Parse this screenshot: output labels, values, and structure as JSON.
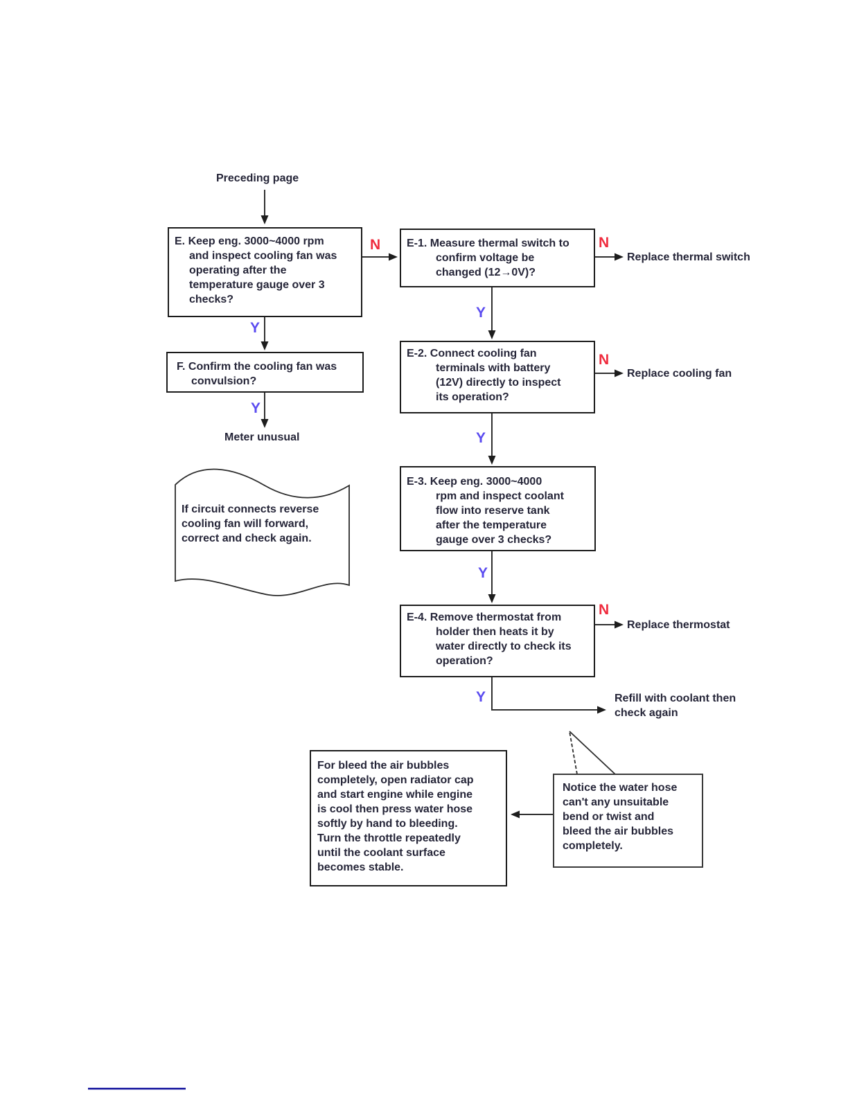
{
  "colors": {
    "yes_label": "#5b4cf0",
    "no_label": "#ef2c3e",
    "connector_line": "#2f2f2f",
    "box_border": "#1b1b1b",
    "text": "#252538",
    "footer_rule": "#0b0b99"
  },
  "flow": {
    "start_label": "Preceding page",
    "branch_labels": {
      "yes": "Y",
      "no": "N"
    },
    "steps": {
      "e": {
        "text": "E. Keep eng. 3000~4000 rpm\nand inspect cooling fan was\noperating after the\ntemperature gauge over 3\nchecks?"
      },
      "e1": {
        "text": "E-1. Measure thermal switch to\nconfirm voltage be\nchanged (12→0V)?"
      },
      "f": {
        "text": "F. Confirm the cooling fan was\nconvulsion?"
      },
      "e2": {
        "text": "E-2. Connect cooling fan\nterminals with battery\n(12V) directly to inspect\nits operation?"
      },
      "e3": {
        "text": "E-3. Keep eng. 3000~4000\nrpm and inspect coolant\nflow into reserve tank\nafter the temperature\ngauge over 3 checks?"
      },
      "e4": {
        "text": "E-4. Remove thermostat from\nholder then heats it by\nwater directly to check its\noperation?"
      }
    },
    "outcomes": {
      "meter_unusual": "Meter unusual",
      "replace_thermal_switch": "Replace thermal switch",
      "replace_cooling_fan": "Replace cooling fan",
      "replace_thermostat": "Replace thermostat",
      "refill_coolant": "Refill with coolant then\ncheck again"
    }
  },
  "notes": {
    "flag_note": "If circuit connects reverse\ncooling fan will forward,\ncorrect and check again.",
    "bleed_note": "For bleed the air bubbles\ncompletely, open radiator cap\nand start engine while engine\nis cool then press water hose\nsoftly by hand to bleeding.\nTurn the throttle repeatedly\nuntil the coolant surface\nbecomes stable.",
    "hose_note": "Notice the water hose\ncan't any unsuitable\nbend or twist and\nbleed the air bubbles\ncompletely."
  }
}
